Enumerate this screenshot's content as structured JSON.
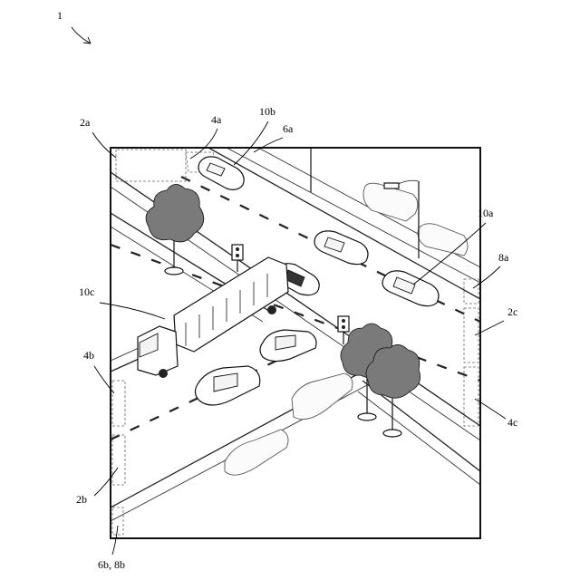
{
  "figure": {
    "ref_main": "1",
    "labels": {
      "l2a": "2a",
      "l4a": "4a",
      "l10b": "10b",
      "l6a": "6a",
      "l10a": "10a",
      "l8a": "8a",
      "l10c": "10c",
      "l2c": "2c",
      "l4b": "4b",
      "l4c": "4c",
      "l2b": "2b",
      "l6b8b": "6b, 8b"
    }
  },
  "colors": {
    "line": "#111111",
    "background": "#ffffff",
    "foliage": "#7a7a7a"
  }
}
